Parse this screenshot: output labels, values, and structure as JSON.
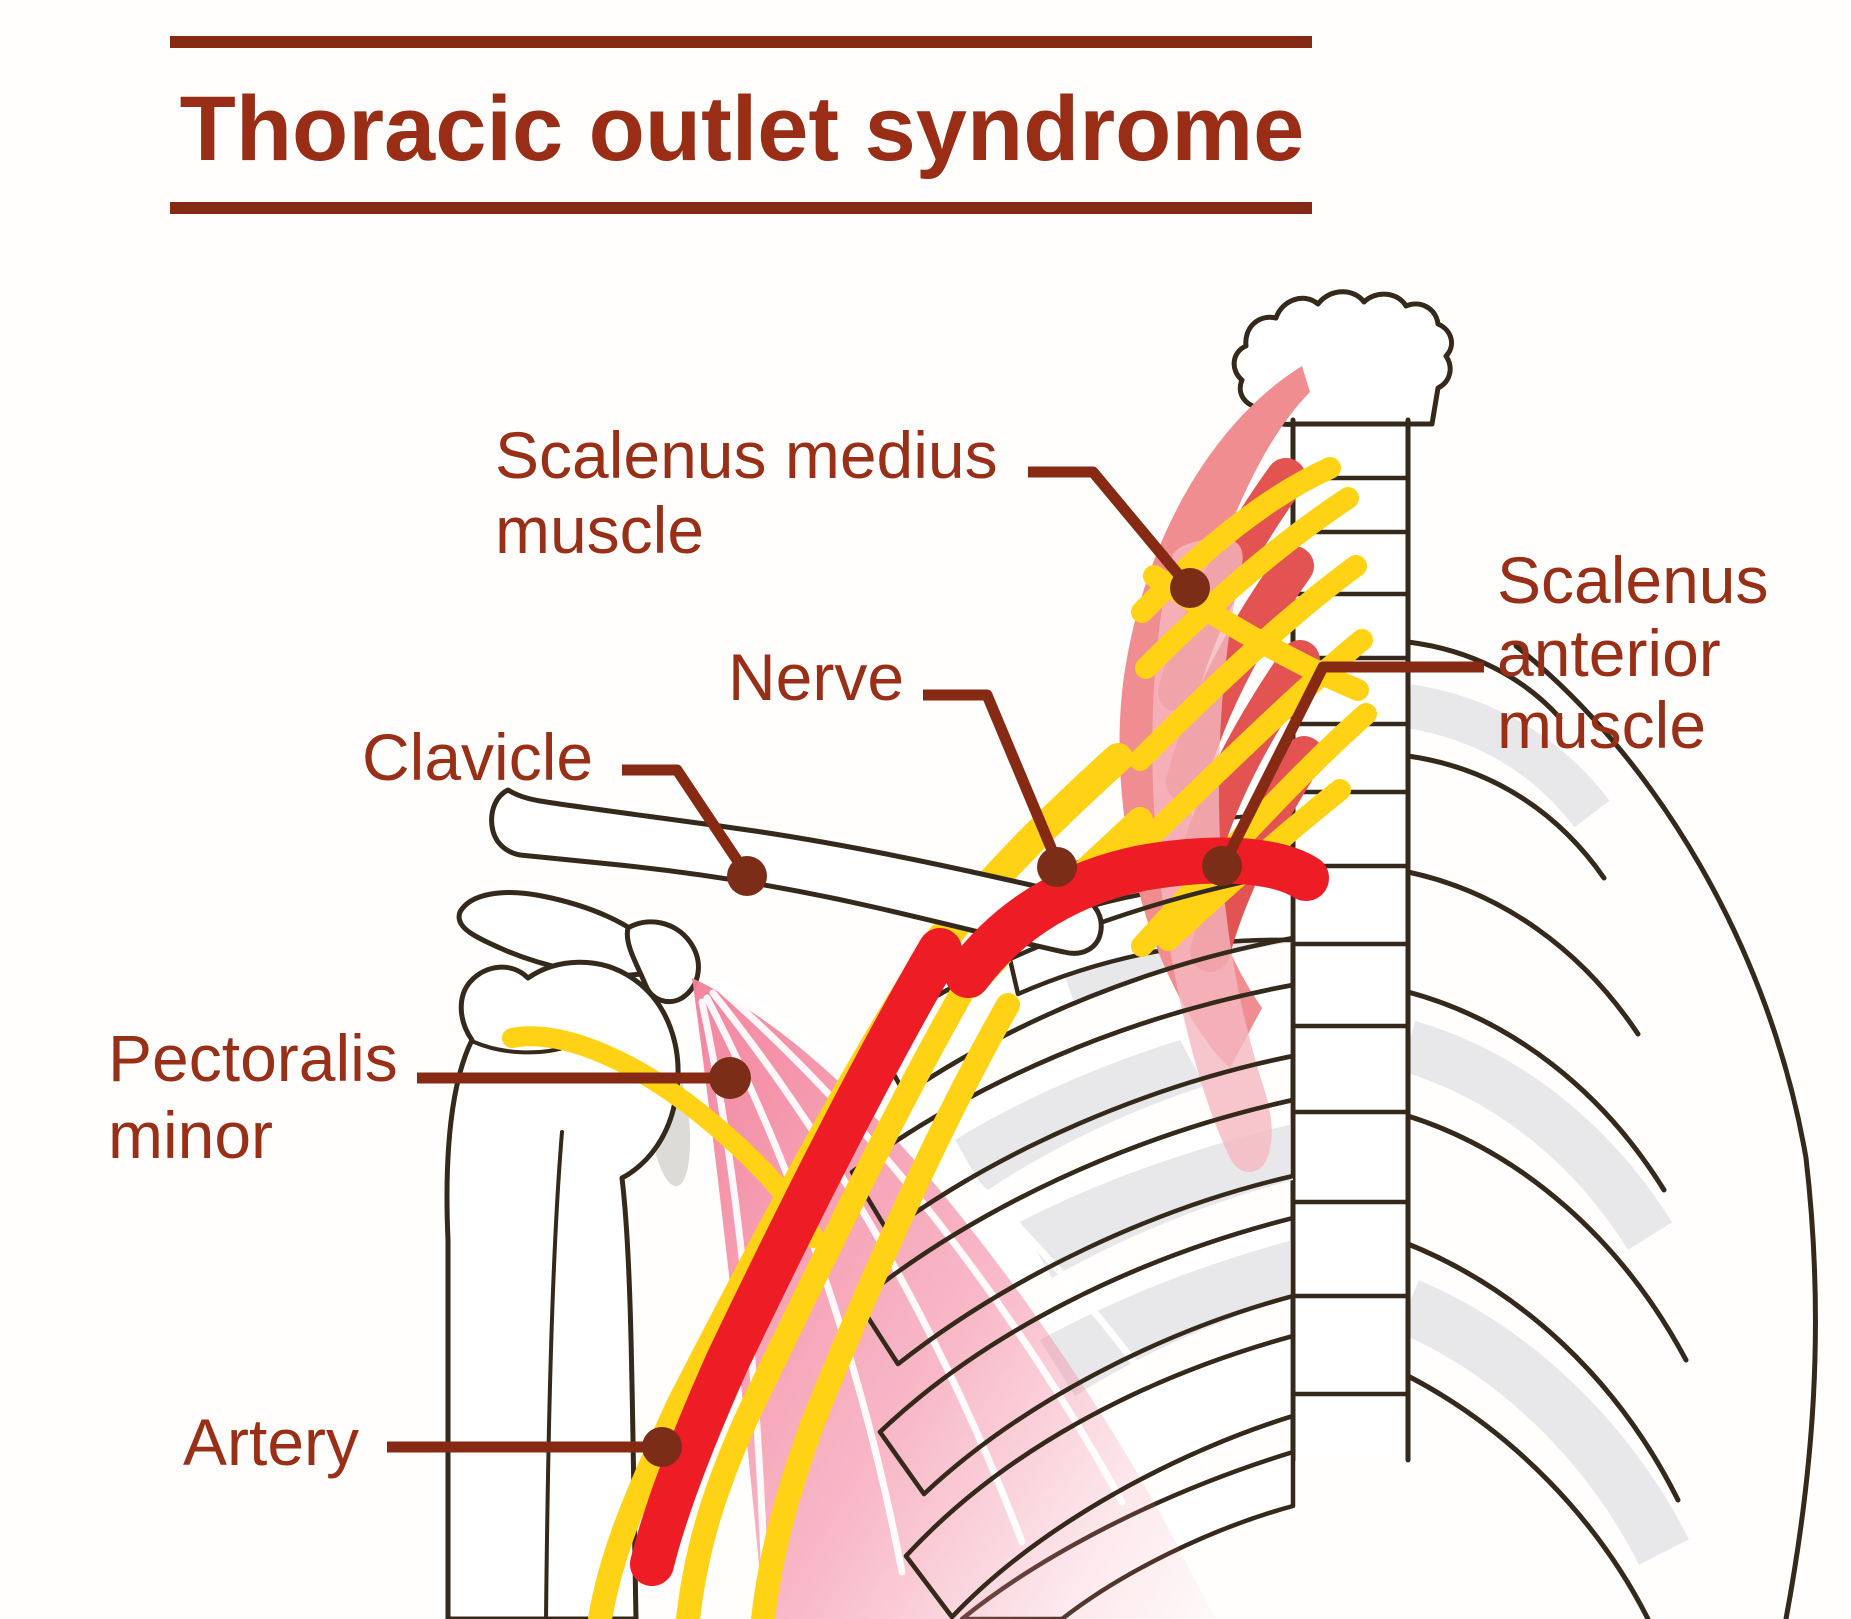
{
  "title": {
    "text": "Thoracic outlet syndrome"
  },
  "labels": {
    "scalenus_medius_line1": "Scalenus medius",
    "scalenus_medius_line2": "muscle",
    "nerve": "Nerve",
    "clavicle": "Clavicle",
    "scalenus_anterior_line1": "Scalenus",
    "scalenus_anterior_line2": "anterior",
    "scalenus_anterior_line3": "muscle",
    "pectoralis_line1": "Pectoralis",
    "pectoralis_line2": "minor",
    "artery": "Artery"
  },
  "colors": {
    "background": "#fffefd",
    "title-red": "#992d16",
    "label-red": "#9a2f18",
    "leader": "#872a14",
    "dot": "#7b2d17",
    "outline": "#34291a",
    "artery-red": "#ee1c25",
    "nerve-yellow": "#ffd215",
    "muscle-pink": "#ef8d90",
    "muscle-deep-red": "#e25352",
    "muscle-pale-pink": "#f5b8c1",
    "pectoralis-pink": "#f2809b",
    "bone-fill": "#ffffff",
    "rib-shade": "#e8e8ea",
    "scapula-gray": "#dcdbd7"
  }
}
